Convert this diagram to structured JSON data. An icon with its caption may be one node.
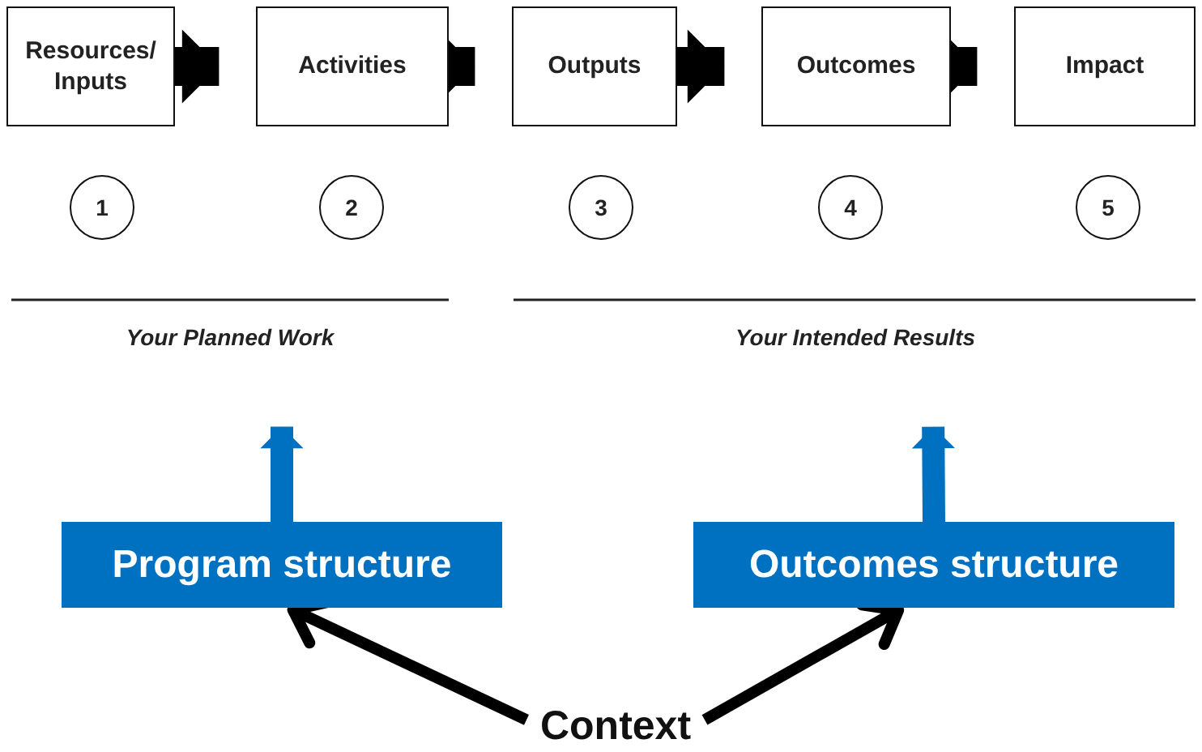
{
  "diagram": {
    "nodes": [
      {
        "text": [
          "Resources/ Inputs"
        ]
      },
      {
        "text": [
          "Activities"
        ]
      },
      {
        "text": [
          "Outputs"
        ]
      },
      {
        "text": [
          "Outcomes"
        ]
      },
      {
        "text": [
          "Impact"
        ]
      },
      {
        "text": [
          "1"
        ]
      },
      {
        "text": [
          "2"
        ]
      },
      {
        "text": [
          "3"
        ]
      },
      {
        "text": [
          "4"
        ]
      },
      {
        "text": [
          "5"
        ]
      },
      {
        "text": [
          "Your Planned Work"
        ]
      },
      {
        "text": [
          "Your Intended Results"
        ]
      },
      {
        "text": [
          "Program structure"
        ]
      },
      {
        "text": [
          "Outcomes structure"
        ]
      },
      {
        "text": [
          "Context"
        ]
      }
    ],
    "edges": [
      {
        "from": 0,
        "to": 1,
        "arrow": "to"
      },
      {
        "from": 1,
        "to": 2,
        "arrow": "to"
      },
      {
        "from": 2,
        "to": 3,
        "arrow": "to"
      },
      {
        "from": 3,
        "to": 4,
        "arrow": "to"
      },
      {
        "from": 12,
        "to": 10,
        "arrow": "to",
        "color": "#0070c0"
      },
      {
        "from": 13,
        "to": 11,
        "arrow": "to",
        "color": "#0070c0"
      },
      {
        "from": 14,
        "to": 12,
        "arrow": "to"
      },
      {
        "from": 14,
        "to": 13,
        "arrow": "to"
      }
    ]
  }
}
